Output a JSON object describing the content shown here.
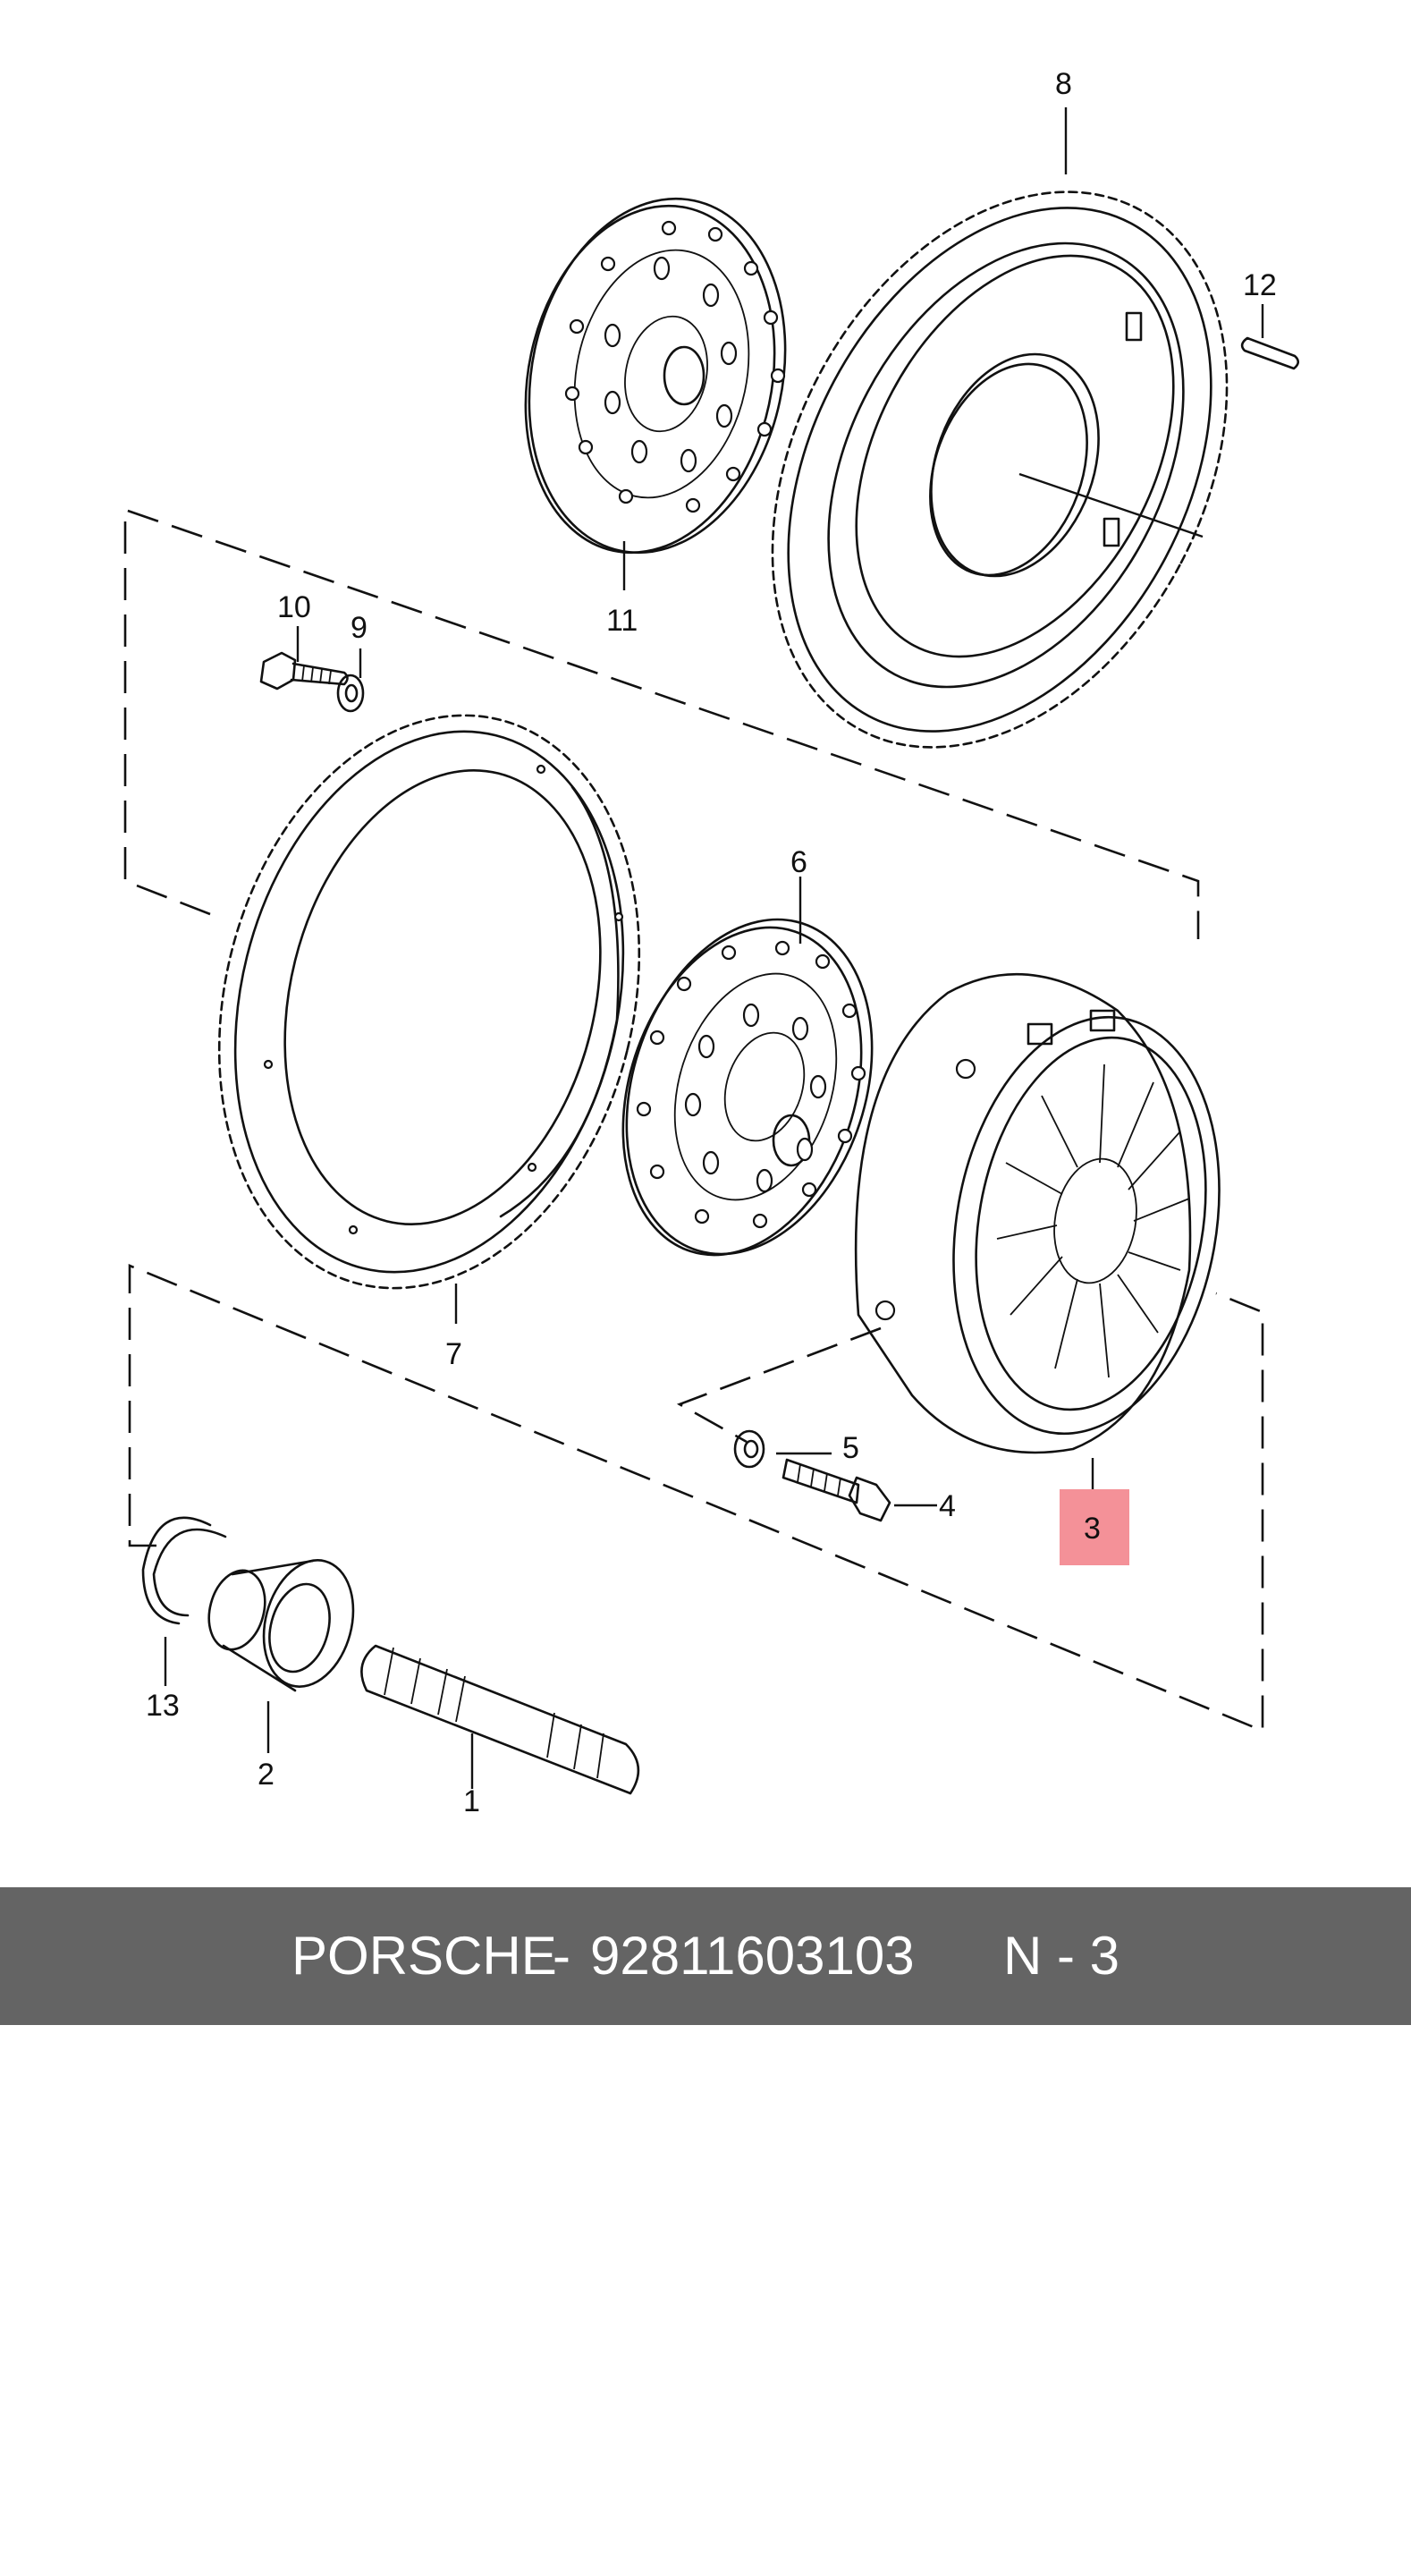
{
  "diagram": {
    "callouts": {
      "p1": "1",
      "p2": "2",
      "p3": "3",
      "p4": "4",
      "p5": "5",
      "p6": "6",
      "p7": "7",
      "p8": "8",
      "p9": "9",
      "p10": "10",
      "p11": "11",
      "p12": "12",
      "p13": "13"
    },
    "highlighted_callout": "3",
    "highlight_color": "#f27e86"
  },
  "footer": {
    "brand": "PORSCHE",
    "separator": "-",
    "part_number": "92811603103",
    "code": "N - 3",
    "background_color": "#646464"
  }
}
